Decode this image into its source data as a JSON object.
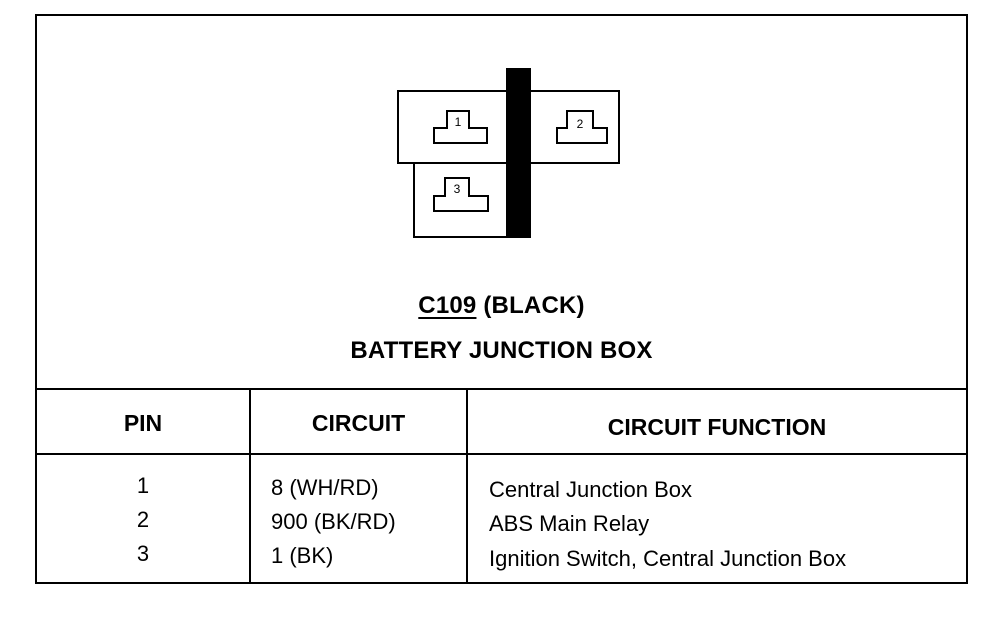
{
  "connector": {
    "id": "C109",
    "color_label": "(BLACK)",
    "name": "BATTERY JUNCTION BOX",
    "pin_labels": [
      "1",
      "2",
      "3"
    ]
  },
  "table": {
    "headers": {
      "pin": "PIN",
      "circuit": "CIRCUIT",
      "function": "CIRCUIT FUNCTION"
    },
    "rows": [
      {
        "pin": "1",
        "circuit": "8 (WH/RD)",
        "function": "Central Junction Box"
      },
      {
        "pin": "2",
        "circuit": "900 (BK/RD)",
        "function": "ABS Main Relay"
      },
      {
        "pin": "3",
        "circuit": "1 (BK)",
        "function": "Ignition Switch, Central Junction Box"
      }
    ]
  }
}
